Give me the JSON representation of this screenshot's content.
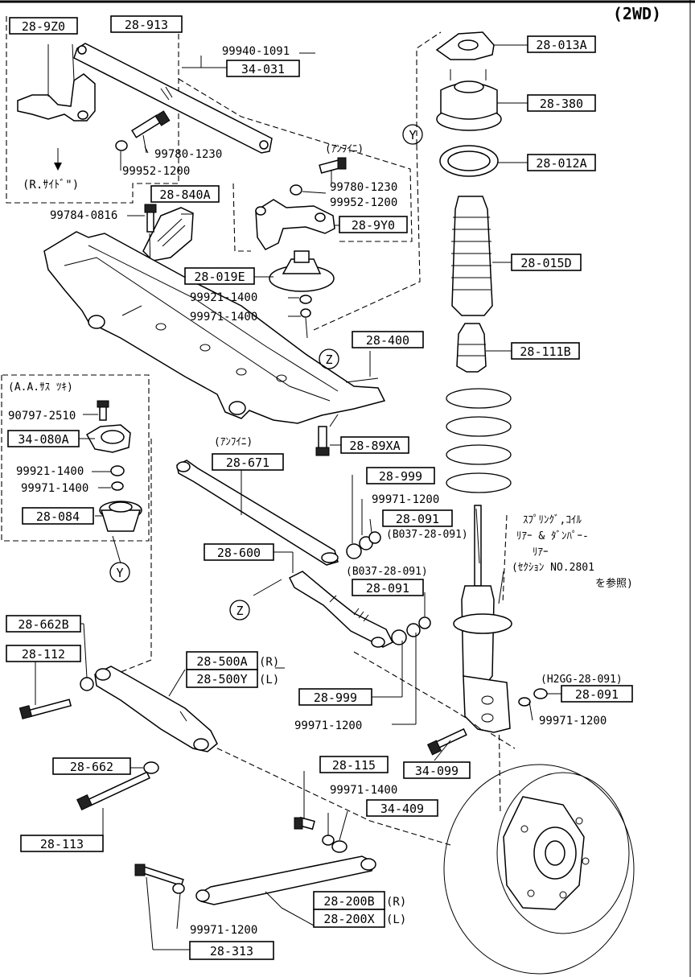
{
  "header": {
    "variant": "(2WD)"
  },
  "parts": {
    "p289z0": "28-9Z0",
    "p28913": "28-913",
    "p9994": "99940-1091",
    "p34031": "34-031",
    "p28013a": "28-013A",
    "p28380": "28-380",
    "p28012a": "28-012A",
    "p99780a": "99780-1230",
    "p99952a": "99952-1200",
    "p99780b": "99780-1230",
    "p99952b": "99952-1200",
    "p289y0": "28-9Y0",
    "p28840a": "28-840A",
    "p99784": "99784-0816",
    "p28019e": "28-019E",
    "p99921a": "99921-1400",
    "p99971a": "99971-1400",
    "p28015d": "28-015D",
    "p28111b": "28-111B",
    "p28400": "28-400",
    "p90797": "90797-2510",
    "p34080a": "34-080A",
    "p99921b": "99921-1400",
    "p99971b": "99971-1400",
    "p28084": "28-084",
    "p2889xa": "28-89XA",
    "p28671": "28-671",
    "p28999a": "28-999",
    "p99971c": "99971-1200",
    "p28091a": "28-091",
    "p28600": "28-600",
    "p28091b": "28-091",
    "p28662b": "28-662B",
    "p28112": "28-112",
    "p28500a": "28-500A",
    "p28500y": "28-500Y",
    "p28999b": "28-999",
    "p99971d": "99971-1200",
    "p28091c": "28-091",
    "p99971e": "99971-1200",
    "p34099": "34-099",
    "p28662": "28-662",
    "p28115": "28-115",
    "p99971f": "99971-1400",
    "p34409": "34-409",
    "p28113": "28-113",
    "p28200b": "28-200B",
    "p28200x": "28-200X",
    "p99971g": "99971-1200",
    "p28313": "28-313"
  },
  "notes": {
    "r_side": "(R.ｻｲﾄﾞ\")",
    "anfuini1": "(ｱﾝﾌｲﾆ)",
    "anfuini2": "(ｱﾝﾌｲﾆ)",
    "aa_sus": "(A.A.ｻｽ ﾂｷ)",
    "ref_b037a": "(B037-28-091)",
    "ref_b037b": "(B037-28-091)",
    "ref_h2gg": "(H2GG-28-091)",
    "side_r": "(R)",
    "side_l": "(L)",
    "side_r2": "(R)",
    "side_l2": "(L)",
    "spring_note1": "ｽﾌﾟﾘﾝｸﾞ,ｺｲﾙ",
    "spring_note2": "ﾘｱｰ & ﾀﾞﾝﾊﾟｰ-",
    "spring_note3": "ﾘｱｰ",
    "spring_note4": "(ｾｸｼｮﾝ NO.2801",
    "spring_note5": "を参照)"
  },
  "markers": {
    "y": "Y",
    "z": "Z"
  }
}
